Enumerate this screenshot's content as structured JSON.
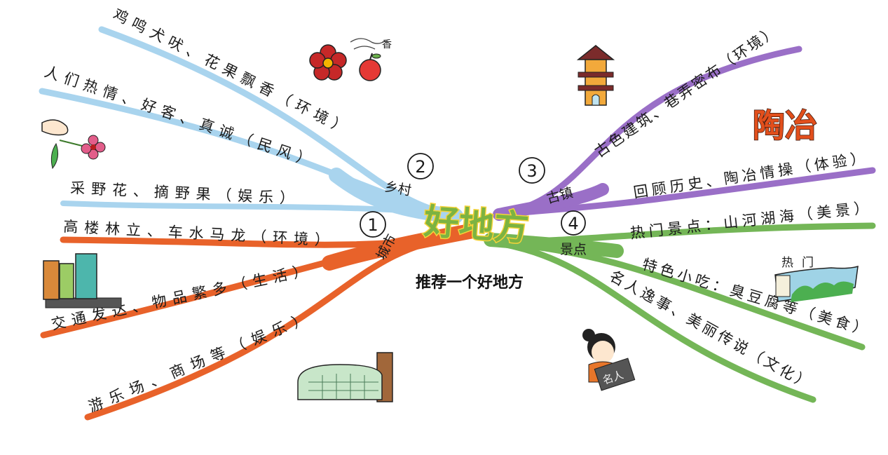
{
  "center": {
    "title": "好地方",
    "subtitle": "推荐一个好地方"
  },
  "colors": {
    "rural": "#a9d4ee",
    "city": "#e8622a",
    "town": "#9a6fc7",
    "scenic": "#74b657",
    "center_fill": "#7cb342",
    "center_outline": "#f5d33a",
    "accent_text": "#e24f1c"
  },
  "branches": {
    "city": {
      "number": "1",
      "label": "城市",
      "items": [
        "高楼林立、车水马龙（环境）",
        "交通发达、物品繁多（生活）",
        "游乐场、商场等（娱乐）"
      ]
    },
    "rural": {
      "number": "2",
      "label": "乡村",
      "items": [
        "鸡鸣犬吠、花果飘香（环境）",
        "人们热情、好客、真诚（民风）",
        "采野花、摘野果（娱乐）"
      ]
    },
    "town": {
      "number": "3",
      "label": "古镇",
      "items": [
        "古色建筑、巷弄密布（环境）",
        "回顾历史、陶冶情操（体验）"
      ]
    },
    "scenic": {
      "number": "4",
      "label": "景点",
      "items": [
        "热门景点：山河湖海（美景）",
        "特色小吃：臭豆腐等（美食）",
        "名人逸事、美丽传说（文化）"
      ]
    }
  },
  "decorations": {
    "fragrance": "香",
    "town_word": "陶冶",
    "popular": "热门",
    "celebrity_sign": "名人"
  },
  "icons": [
    "flower-icon",
    "apple-icon",
    "hand-flower-icon",
    "skyscraper-icon",
    "mall-icon",
    "pagoda-icon",
    "landscape-picture-icon",
    "scholar-figure-icon"
  ]
}
